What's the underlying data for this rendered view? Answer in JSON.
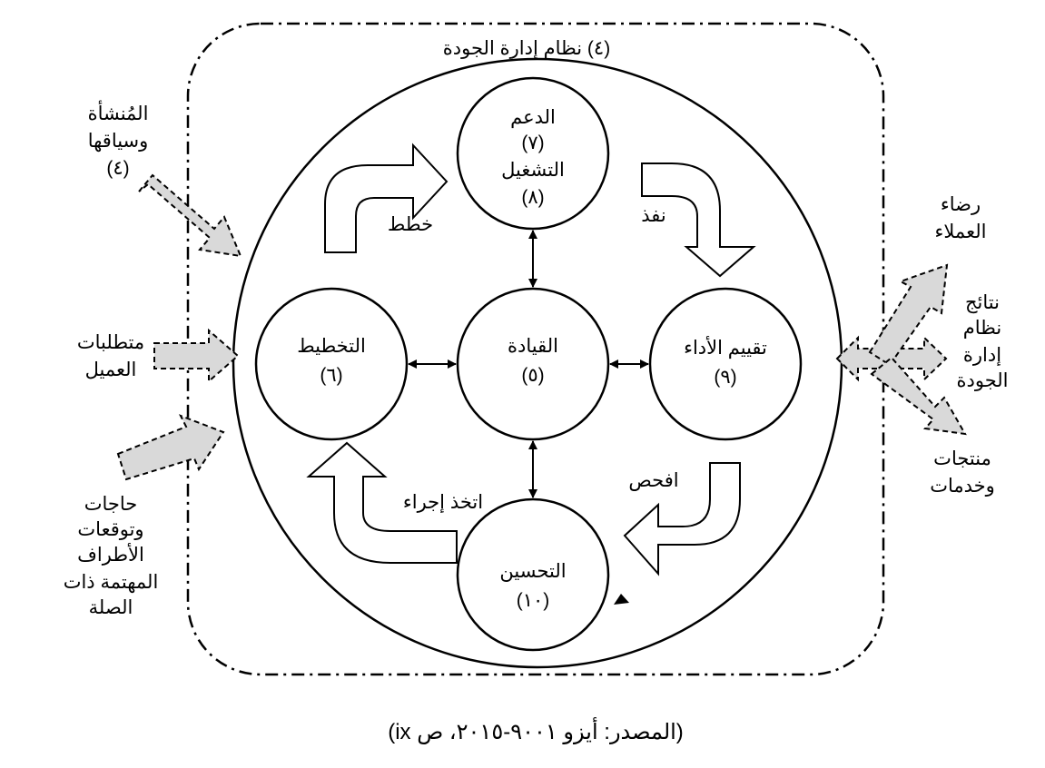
{
  "system_title": "(٤) نظام إدارة الجودة",
  "nodes": {
    "support": {
      "line1": "الدعم",
      "line2": "(٧)",
      "line3": "التشغيل",
      "line4": "(٨)"
    },
    "leadership": {
      "line1": "القيادة",
      "line2": "(٥)"
    },
    "planning": {
      "line1": "التخطيط",
      "line2": "(٦)"
    },
    "evaluation": {
      "line1": "تقييم الأداء",
      "line2": "(٩)"
    },
    "improvement": {
      "line1": "التحسين",
      "line2": "(١٠)"
    }
  },
  "cycle": {
    "plan": "خطط",
    "do": "نفذ",
    "check": "افحص",
    "act": "اتخذ إجراء"
  },
  "inputs": {
    "organization": {
      "line1": "المُنشأة",
      "line2": "وسياقها",
      "line3": "(٤)"
    },
    "customer_requirements": {
      "line1": "متطلبات",
      "line2": "العميل"
    },
    "stakeholders": {
      "line1": "حاجات",
      "line2": "وتوقعات",
      "line3": "الأطراف",
      "line4": "المهتمة ذات",
      "line5": "الصلة"
    }
  },
  "outputs": {
    "satisfaction": {
      "line1": "رضاء",
      "line2": "العملاء"
    },
    "results": {
      "line1": "نتائج",
      "line2": "نظام",
      "line3": "إدارة",
      "line4": "الجودة"
    },
    "products": {
      "line1": "منتجات",
      "line2": "وخدمات"
    }
  },
  "source": "(المصدر: أيزو ٩٠٠١-٢٠١٥، ص ix)",
  "colors": {
    "stroke": "#000000",
    "arrow_fill": "#d9d9d9",
    "background": "#ffffff"
  }
}
